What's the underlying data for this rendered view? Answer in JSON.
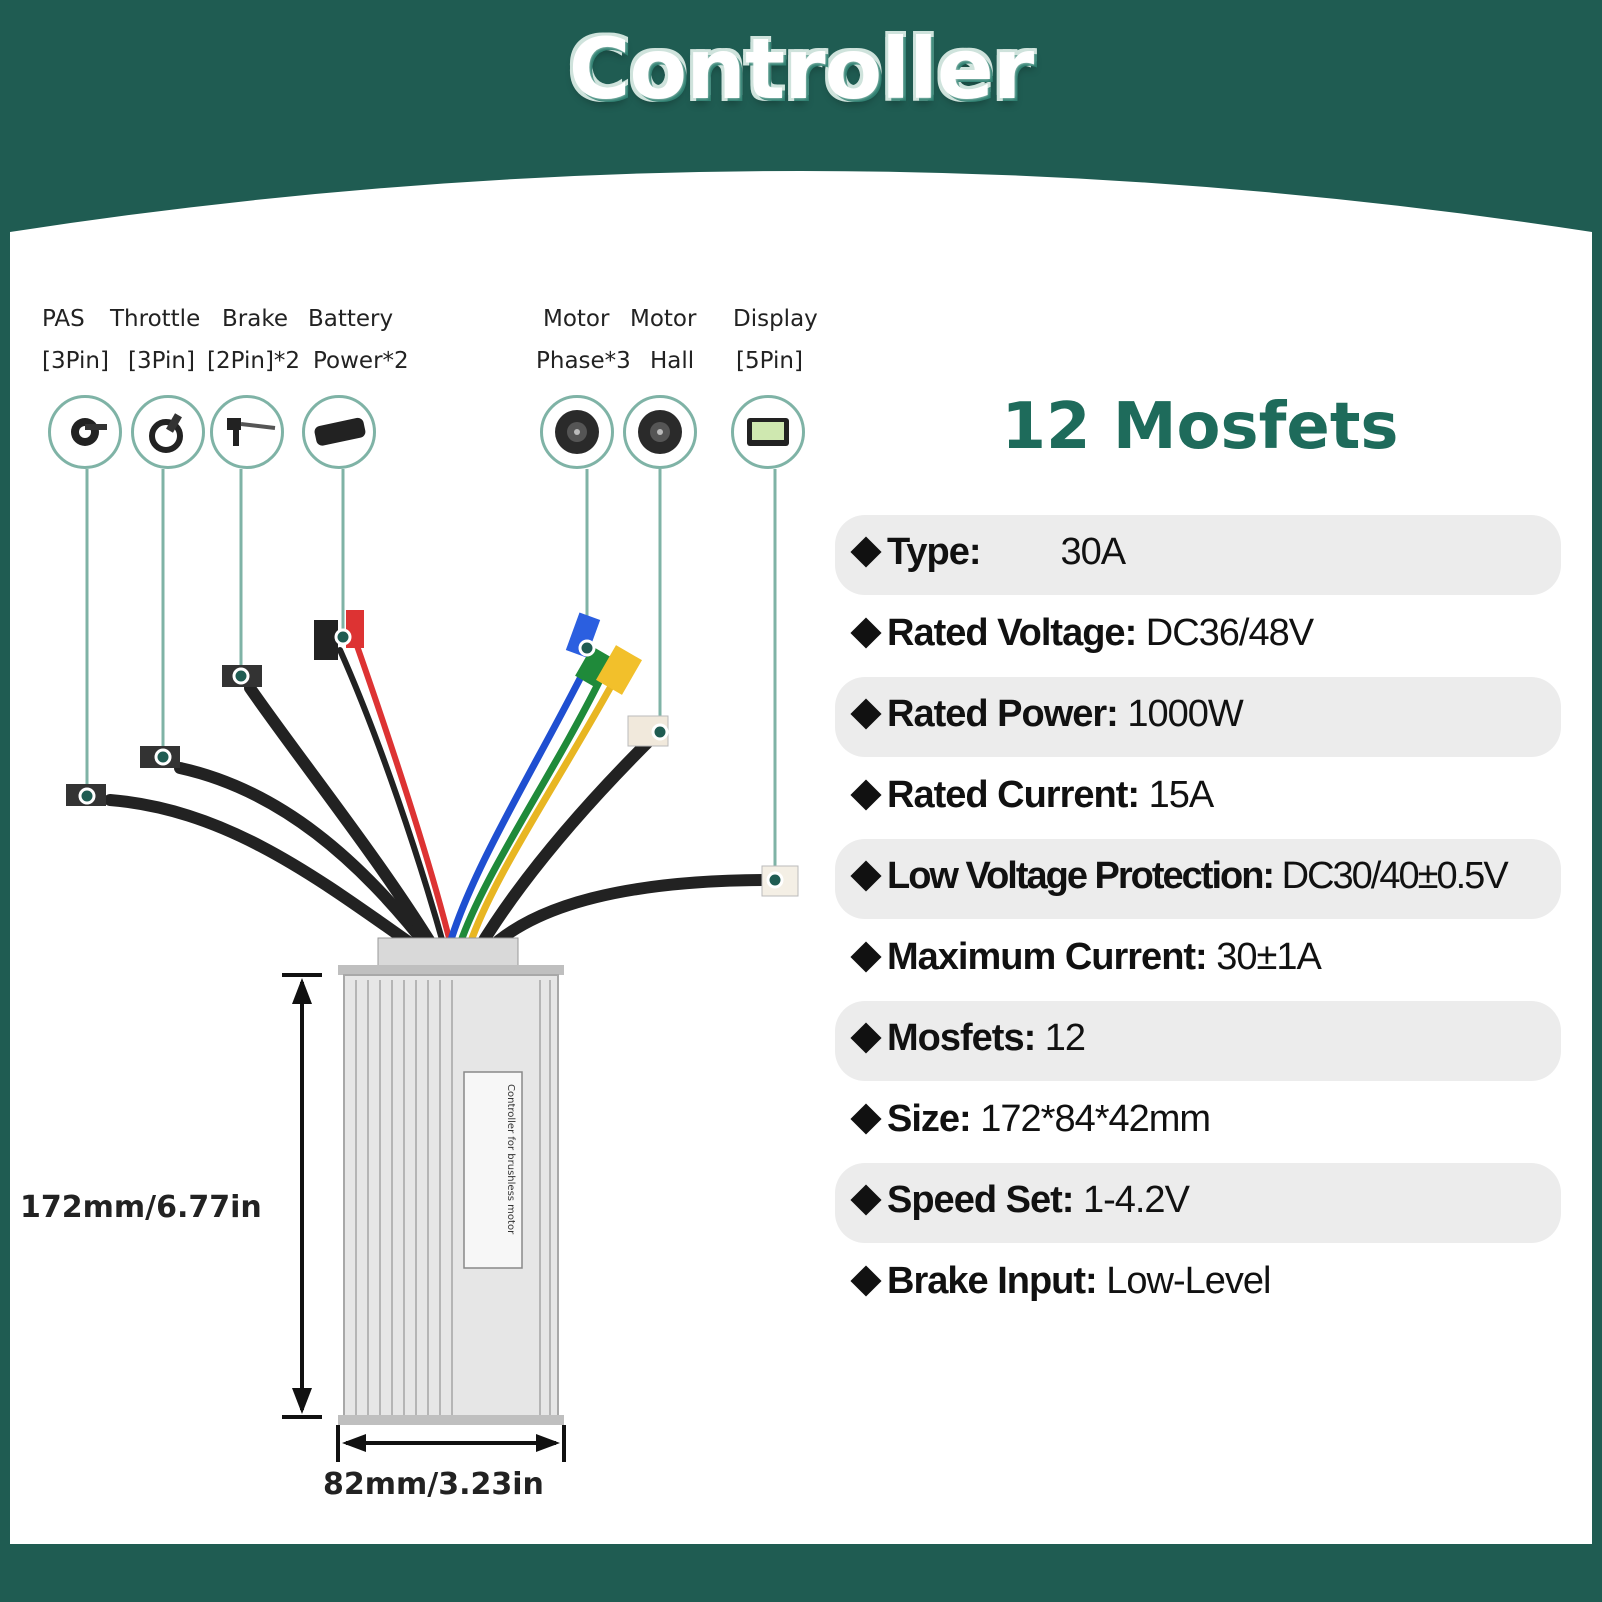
{
  "title": "Controller",
  "ports": [
    {
      "name_line1": "PAS",
      "name_line2": "[3Pin]",
      "icon": "pas-sensor-icon"
    },
    {
      "name_line1": "Throttle",
      "name_line2": "[3Pin]",
      "icon": "thumb-throttle-icon"
    },
    {
      "name_line1": "Brake",
      "name_line2": "[2Pin]*2",
      "icon": "brake-lever-icon"
    },
    {
      "name_line1": "Battery",
      "name_line2": "Power*2",
      "icon": "battery-icon"
    },
    {
      "name_line1": "Motor",
      "name_line2": "Phase*3",
      "icon": "hub-motor-icon"
    },
    {
      "name_line1": "Motor",
      "name_line2": "Hall",
      "icon": "hub-motor-icon"
    },
    {
      "name_line1": "Display",
      "name_line2": "[5Pin]",
      "icon": "lcd-display-icon"
    }
  ],
  "heading": "12 Mosfets",
  "specs": [
    {
      "label": "Type:",
      "value": "30A"
    },
    {
      "label": "Rated Voltage:",
      "value": "DC36/48V"
    },
    {
      "label": "Rated Power:",
      "value": "1000W"
    },
    {
      "label": "Rated Current:",
      "value": "15A"
    },
    {
      "label": "Low Voltage Protection:",
      "value": "DC30/40±0.5V"
    },
    {
      "label": "Maximum Current:",
      "value": "30±1A"
    },
    {
      "label": "Mosfets:",
      "value": "12"
    },
    {
      "label": "Size:",
      "value": "172*84*42mm"
    },
    {
      "label": "Speed Set:",
      "value": "1-4.2V"
    },
    {
      "label": "Brake Input:",
      "value": "Low-Level"
    }
  ],
  "dimensions": {
    "height": "172mm/6.77in",
    "width": "82mm/3.23in"
  },
  "device_label": "Controller for brushless motor",
  "colors": {
    "brand_green": "#1f5c52",
    "heading_green": "#1e6b5b",
    "callout_line": "#7fb3a6"
  }
}
